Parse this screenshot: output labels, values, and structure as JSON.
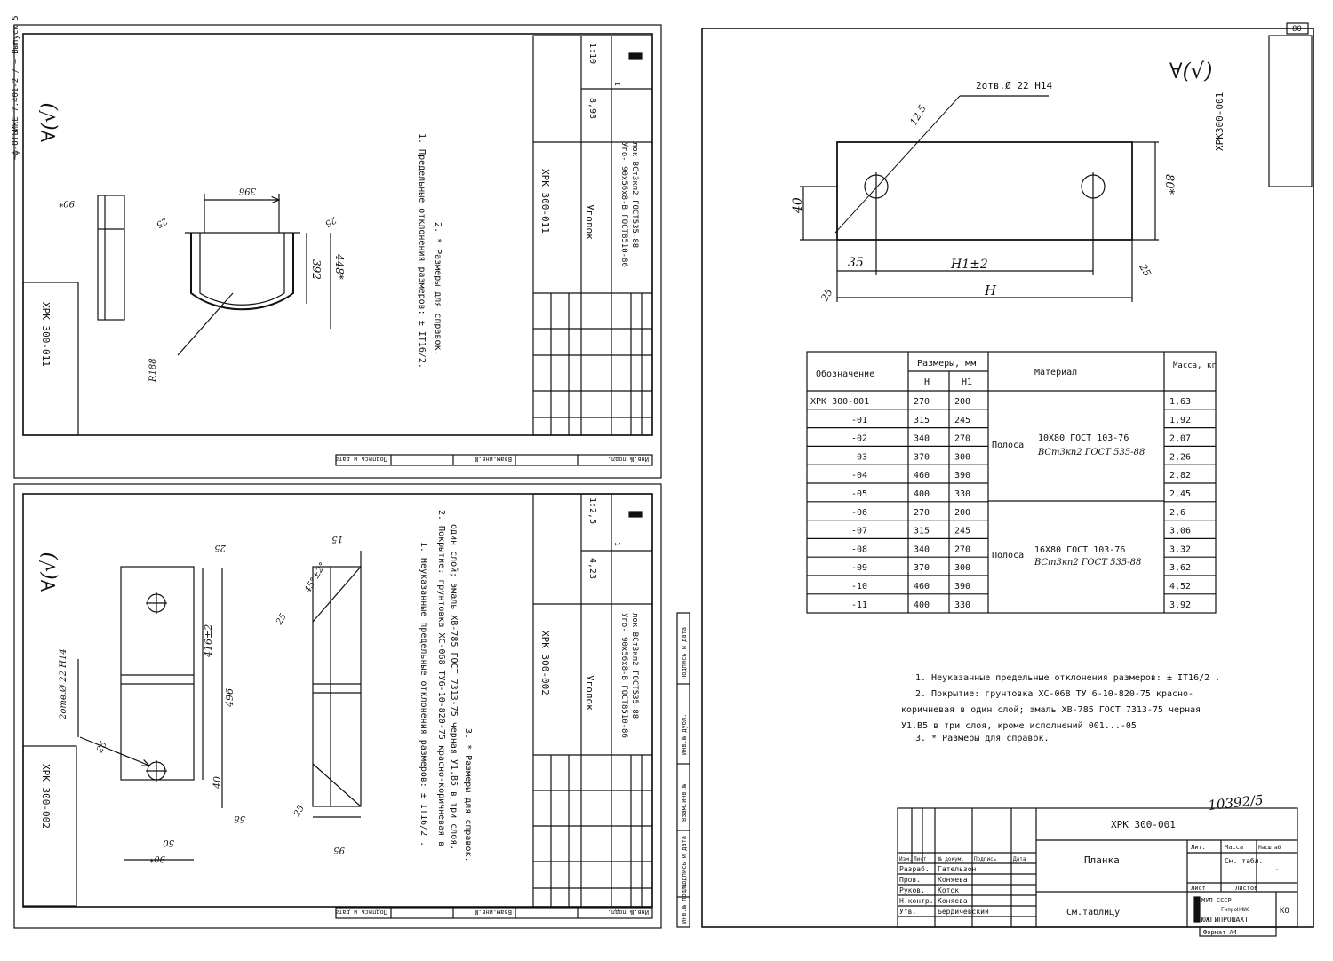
{
  "page_number": "80",
  "stamp_number": "10392/5",
  "top_margin_code": "~ф-ОТЪИКЕ 7.401-2 / — Выпуск 5",
  "roughness_symbol": "∀(√)",
  "drawing1": {
    "side_code": "ХРК 300-011",
    "title_code": "ХРК 300-011",
    "name": "Уголок",
    "material_line1": "Уго-  90х56х8-В ГОСТ8510-86",
    "material_line2": "лок  ВСт3кп2 ГОСТ535-88",
    "mass": "8,93",
    "scale": "1:10",
    "sheet": "1",
    "note1": "1. Предельные отклонения размеров: ± IT16/2.",
    "note2": "2. * Размеры для справок.",
    "dims": {
      "w1": "90*",
      "w2": "396",
      "r": "25",
      "h1": "392",
      "h2": "448*",
      "radius": "R188"
    }
  },
  "drawing2": {
    "side_code": "ХРК 300-002",
    "title_code": "ХРК 300-002",
    "name": "Уголок",
    "material_line1": "Уго-  90х56х8-В ГОСТ8510-86",
    "material_line2": "лок  ВСт3кп2 ГОСТ535-88",
    "mass": "4,23",
    "scale": "1:2,5",
    "sheet": "1",
    "note1": "1. Неуказанные предельные отклонения размеров: ± IT16/2 .",
    "note2a": "2. Покрытие: грунтовка ХС-068 ТУ6-10-820-75 красно-коричневая в",
    "note2b": "один слой; эмаль ХВ-785 ГОСТ 7313-75 черная У1.В5 в три слоя.",
    "note3": "3. * Размеры для справок.",
    "dims": {
      "hole": "2отв.Ø 22 Н14",
      "h1": "416±2",
      "h2": "496",
      "top": "25",
      "a40": "40",
      "a50": "50",
      "w": "90*",
      "angle": "45°±2°",
      "b15": "15",
      "b25": "25",
      "b95": "95",
      "b58": "58",
      "b25b": "25"
    }
  },
  "drawing3": {
    "side_code": "ХРК300-001",
    "title_code": "ХРК 300-001",
    "name": "Планка",
    "material": "См.таблицу",
    "mass": "См. табл.",
    "scale": "-",
    "dims": {
      "hole": "2отв.Ø 22 Н14",
      "r125": "12,5",
      "h40": "40",
      "w80": "80*",
      "d35": "35",
      "h1": "H1±2",
      "h": "H",
      "a25": "25",
      "b25": "25"
    },
    "table": {
      "headers": {
        "designation": "Обозначение",
        "sizes": "Размеры, мм",
        "h": "Н",
        "h1": "Н1",
        "material": "Материал",
        "mass": "Масса, кг"
      },
      "rows": [
        {
          "code": "ХРК 300-001",
          "h": "270",
          "h1": "200",
          "mass": "1,63"
        },
        {
          "code": "-01",
          "h": "315",
          "h1": "245",
          "mass": "1,92"
        },
        {
          "code": "-02",
          "h": "340",
          "h1": "270",
          "mass": "2,07"
        },
        {
          "code": "-03",
          "h": "370",
          "h1": "300",
          "mass": "2,26"
        },
        {
          "code": "-04",
          "h": "460",
          "h1": "390",
          "mass": "2,82"
        },
        {
          "code": "-05",
          "h": "400",
          "h1": "330",
          "mass": "2,45"
        },
        {
          "code": "-06",
          "h": "270",
          "h1": "200",
          "mass": "2,6"
        },
        {
          "code": "-07",
          "h": "315",
          "h1": "245",
          "mass": "3,06"
        },
        {
          "code": "-08",
          "h": "340",
          "h1": "270",
          "mass": "3,32"
        },
        {
          "code": "-09",
          "h": "370",
          "h1": "300",
          "mass": "3,62"
        },
        {
          "code": "-10",
          "h": "460",
          "h1": "390",
          "mass": "4,52"
        },
        {
          "code": "-11",
          "h": "400",
          "h1": "330",
          "mass": "3,92"
        }
      ],
      "material_group1": {
        "word": "Полоса",
        "line1": "10Х80 ГОСТ 103-76",
        "line2": "ВСт3кп2 ГОСТ 535-88"
      },
      "material_group2": {
        "word": "Полоса",
        "line1": "16Х80 ГОСТ 103-76",
        "line2": "ВСт3кп2 ГОСТ 535-88"
      }
    },
    "note1": "1. Неуказанные предельные отклонения размеров: ± IT16/2 .",
    "note2a": "2. Покрытие: грунтовка ХС-068 ТУ 6-10-820-75 красно-",
    "note2b": "коричневая в один слой; эмаль ХВ-785 ГОСТ 7313-75 черная",
    "note2c": "У1.В5 в три слоя, кроме исполнений 001...-05",
    "note3": "3. * Размеры для справок."
  },
  "title_block": {
    "row_labels": [
      "Изм.",
      "Лист",
      "№ докум.",
      "Подпись",
      "Дата"
    ],
    "roles": [
      "Разраб.",
      "Пров.",
      "Руков.",
      "Н.контр.",
      "Утв."
    ],
    "names": [
      "Гательзон",
      "Коняева",
      "Коток",
      "Коняева",
      "Бердичевский"
    ],
    "lit": "Лит.",
    "massa": "Масса",
    "masshtab": "Масштаб",
    "list": "Лист",
    "listov": "Листов",
    "org1": "МУП СССР",
    "org2": "ГипроНИИС",
    "org3": "ЮЖГИПРОШАХТ",
    "ko": "КО",
    "format": "Формат А4"
  },
  "side_stamp": {
    "inv_podl": "Инв.№ подл.",
    "podp_data": "Подпись и дата",
    "vzam": "Взам.инв.№",
    "inv_dubl": "Инв.№ дубл."
  }
}
